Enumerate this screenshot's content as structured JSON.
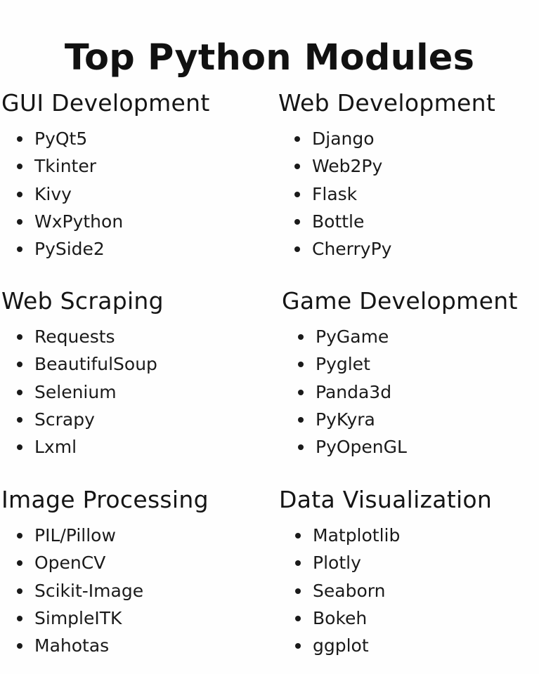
{
  "title": "Top Python Modules",
  "sections": [
    {
      "heading": "GUI Development",
      "items": [
        "PyQt5",
        "Tkinter",
        "Kivy",
        "WxPython",
        "PySide2"
      ]
    },
    {
      "heading": "Web Development",
      "items": [
        "Django",
        "Web2Py",
        "Flask",
        "Bottle",
        "CherryPy"
      ]
    },
    {
      "heading": "Web Scraping",
      "items": [
        "Requests",
        "BeautifulSoup",
        "Selenium",
        "Scrapy",
        "Lxml"
      ]
    },
    {
      "heading": "Game Development",
      "items": [
        "PyGame",
        "Pyglet",
        "Panda3d",
        "PyKyra",
        "PyOpenGL"
      ]
    },
    {
      "heading": "Image Processing",
      "items": [
        "PIL/Pillow",
        "OpenCV",
        "Scikit-Image",
        "SimpleITK",
        "Mahotas"
      ]
    },
    {
      "heading": "Data Visualization",
      "items": [
        "Matplotlib",
        "Plotly",
        "Seaborn",
        "Bokeh",
        "ggplot"
      ]
    }
  ],
  "colors": {
    "background": "#fefefe",
    "text": "#141414"
  }
}
